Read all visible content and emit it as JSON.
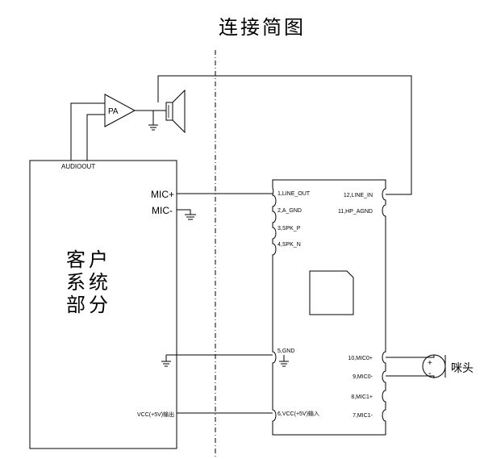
{
  "title": "连接简图",
  "customer_block": {
    "label_lines": [
      "客户",
      "系统",
      "部分"
    ],
    "audio_out": "AUDIOOUT",
    "mic_plus": "MIC+",
    "mic_minus": "MIC-",
    "vcc_out": "VCC(+5V)输出"
  },
  "amplifier": {
    "label": "PA"
  },
  "module": {
    "left_pins": [
      "1,LINE_OUT",
      "2,A_GND",
      "3,SPK_P",
      "4,SPK_N",
      "5,GND",
      "6,VCC(+5V)输入"
    ],
    "right_pins": [
      "12,LINE_IN",
      "11,HP_AGND",
      "10,MIC0+",
      "9,MIC0-",
      "8,MIC1+",
      "7,MIC1-"
    ]
  },
  "microphone": {
    "label": "咪头",
    "plus": "+",
    "minus": "-"
  }
}
